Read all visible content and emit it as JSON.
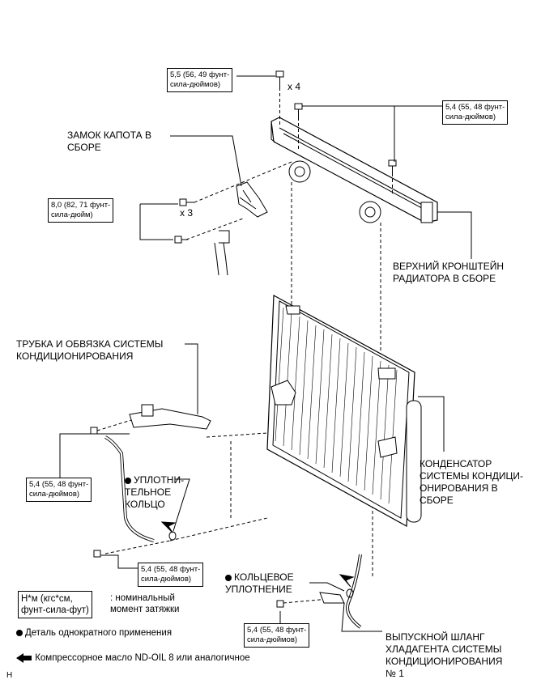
{
  "labels": {
    "hood_lock": "ЗАМОК КАПОТА В\nСБОРЕ",
    "upper_bracket": "ВЕРХНИЙ КРОНШТЕЙН\nРАДИАТОРА В СБОРЕ",
    "ac_tube": "ТРУБКА И ОБВЯЗКА СИСТЕМЫ\nКОНДИЦИОНИРОВАНИЯ",
    "condenser": "КОНДЕНСАТОР\nСИСТЕМЫ КОНДИЦИ-\nОНИРОВАНИЯ В\nСБОРЕ",
    "seal_ring": "УПЛОТНИ-\nТЕЛЬНОЕ\nКОЛЬЦО",
    "o_ring": "КОЛЬЦЕВОЕ\nУПЛОТНЕНИЕ",
    "discharge_hose": "ВЫПУСКНОЙ ШЛАНГ\nХЛАДАГЕНТА СИСТЕМЫ\nКОНДИЦИОНИРОВАНИЯ\n№ 1"
  },
  "torques": {
    "t1": "5,5 (56, 49 фунт-\nсила-дюймов)",
    "t2": "5,4 (55, 48 фунт-\nсила-дюймов)",
    "t3": "8,0 (82, 71 фунт-\nсила-дюйм)",
    "t4": "5,4 (55, 48 фунт-\nсила-дюймов)",
    "t5": "5,4 (55, 48 фунт-\nсила-дюймов)",
    "t6": "5,4 (55, 48 фунт-\nсила-дюймов)"
  },
  "multipliers": {
    "m1": "x 4",
    "m2": "x 3"
  },
  "legend": {
    "unit_box": "Н*м (кгс*см,\nфунт-сила-фут)",
    "unit_text": ": номинальный\nмомент затяжки",
    "single_use": "Деталь однократного применения",
    "oil": "Компрессорное масло ND-OIL 8 или аналогичное"
  },
  "corner_mark": "H"
}
